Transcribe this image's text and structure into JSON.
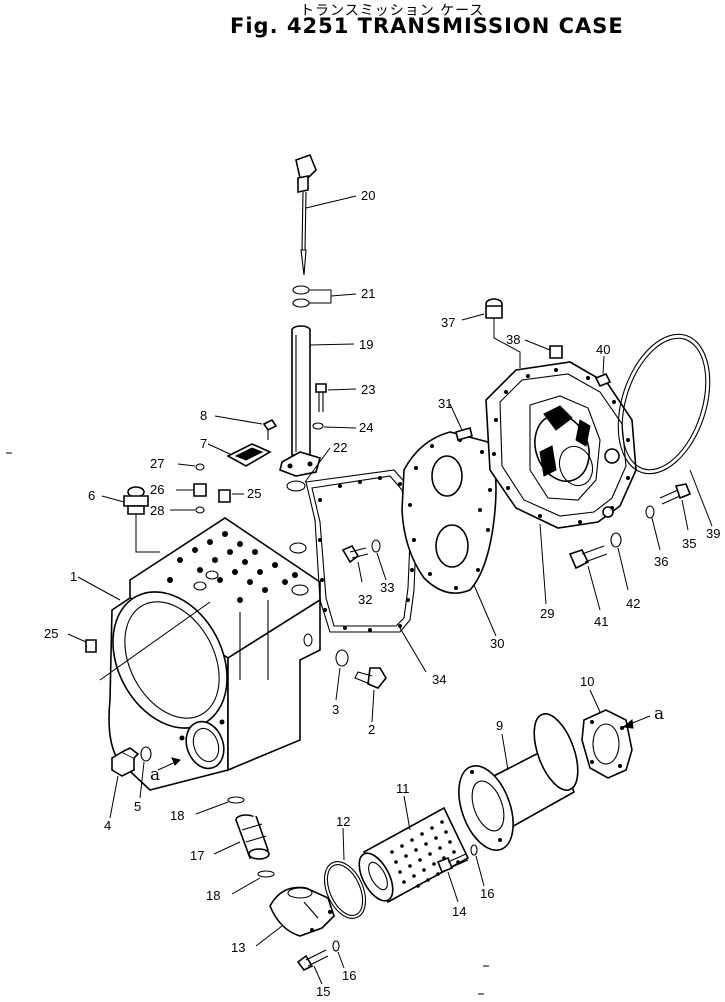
{
  "header": {
    "subtitle_jp": "トランスミッション ケース",
    "title": "Fig. 4251 TRANSMISSION CASE"
  },
  "callouts": {
    "c1": "1",
    "c2": "2",
    "c3": "3",
    "c4": "4",
    "c5": "5",
    "c6": "6",
    "c7": "7",
    "c8": "8",
    "c9": "9",
    "c10": "10",
    "c11": "11",
    "c12": "12",
    "c13": "13",
    "c14": "14",
    "c15": "15",
    "c16a": "16",
    "c16b": "16",
    "c17": "17",
    "c18a": "18",
    "c18b": "18",
    "c19": "19",
    "c20": "20",
    "c21": "21",
    "c22": "22",
    "c23": "23",
    "c24": "24",
    "c25a": "25",
    "c25b": "25",
    "c26": "26",
    "c27": "27",
    "c28": "28",
    "c29": "29",
    "c30": "30",
    "c31": "31",
    "c32": "32",
    "c33": "33",
    "c34": "34",
    "c35": "35",
    "c36": "36",
    "c37": "37",
    "c38": "38",
    "c39": "39",
    "c40": "40",
    "c41": "41",
    "c42": "42"
  },
  "view_markers": {
    "left": "a",
    "right": "a"
  }
}
